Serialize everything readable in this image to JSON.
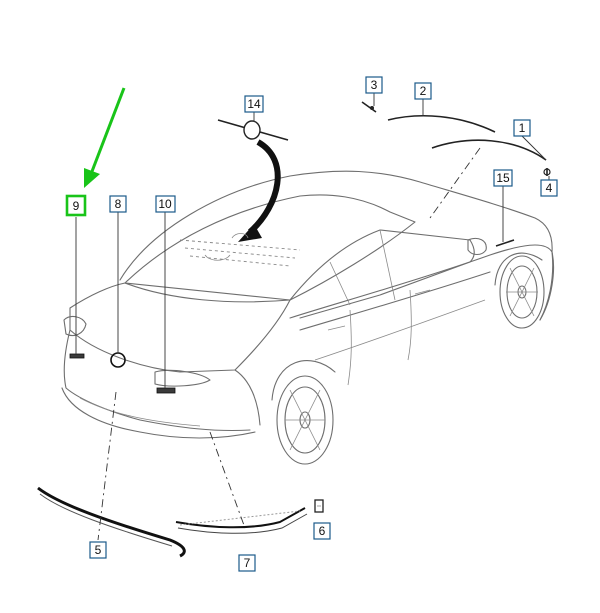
{
  "diagram": {
    "highlight_color": "#19c419",
    "callouts": [
      {
        "id": "1",
        "text": "1"
      },
      {
        "id": "2",
        "text": "2"
      },
      {
        "id": "3",
        "text": "3"
      },
      {
        "id": "4",
        "text": "4"
      },
      {
        "id": "5",
        "text": "5"
      },
      {
        "id": "6",
        "text": "6"
      },
      {
        "id": "7",
        "text": "7"
      },
      {
        "id": "8",
        "text": "8"
      },
      {
        "id": "9",
        "text": "9",
        "highlighted": true
      },
      {
        "id": "10",
        "text": "10"
      },
      {
        "id": "14",
        "text": "14"
      },
      {
        "id": "15",
        "text": "15"
      }
    ]
  }
}
